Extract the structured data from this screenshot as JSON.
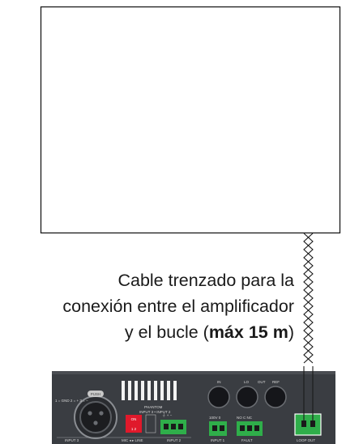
{
  "caption": {
    "line1": "Cable trenzado para la",
    "line2": "conexión entre el amplificador",
    "line3_pre": "y el bucle (",
    "line3_bold": "máx 15 m",
    "line3_post": ")"
  },
  "panel": {
    "push_label": "PUSH",
    "input3_pins": "1 = GND\n2 = +\n3 = −",
    "dip_title": "PHANTOM",
    "dip_sub": "INPUT 3 • INPUT 2",
    "dip_on": "ON",
    "dip_nums": "1 2",
    "mic_line": "MIC ◂ ▸ LINE",
    "input3_label": "INPUT 3",
    "input2_label": "INPUT 2",
    "in_label": "IN",
    "lo_label": "LO",
    "out_label": "OUT",
    "ref_label": "REF",
    "input1_label": "INPUT 1",
    "input1_top": "100V  0",
    "fault_label": "FAULT",
    "fault_top": "NO  C  NC",
    "loop_out_label": "LOOP OUT"
  },
  "colors": {
    "panel": "#3a3d42",
    "terminal_green": "#2fae4a",
    "dip_red": "#e0192b",
    "loop_line": "#1a1a1a"
  }
}
